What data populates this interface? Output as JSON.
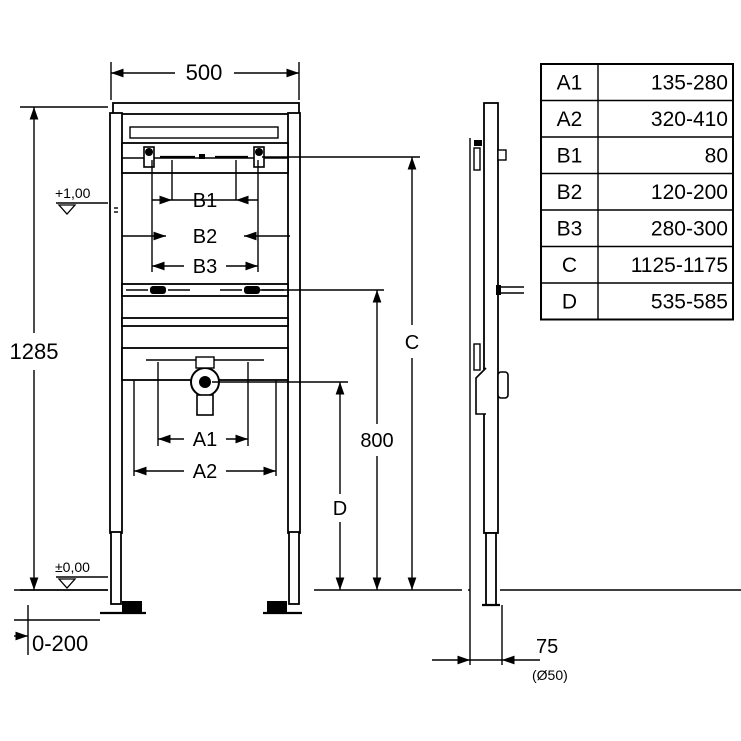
{
  "dimensions": {
    "width_top": "500",
    "height_total": "1285",
    "level_upper": "+1,00",
    "level_zero": "±0,00",
    "floor_adjust": "0-200",
    "depth": "75",
    "pipe": "(Ø50)",
    "tap_height": "800",
    "label_a1": "A1",
    "label_a2": "A2",
    "label_b1": "B1",
    "label_b2": "B2",
    "label_b3": "B3",
    "label_c": "C",
    "label_d": "D"
  },
  "table": {
    "rows": [
      {
        "key": "A1",
        "value": "135-280"
      },
      {
        "key": "A2",
        "value": "320-410"
      },
      {
        "key": "B1",
        "value": "80"
      },
      {
        "key": "B2",
        "value": "120-200"
      },
      {
        "key": "B3",
        "value": "280-300"
      },
      {
        "key": "C",
        "value": "1125-1175"
      },
      {
        "key": "D",
        "value": "535-585"
      }
    ]
  }
}
